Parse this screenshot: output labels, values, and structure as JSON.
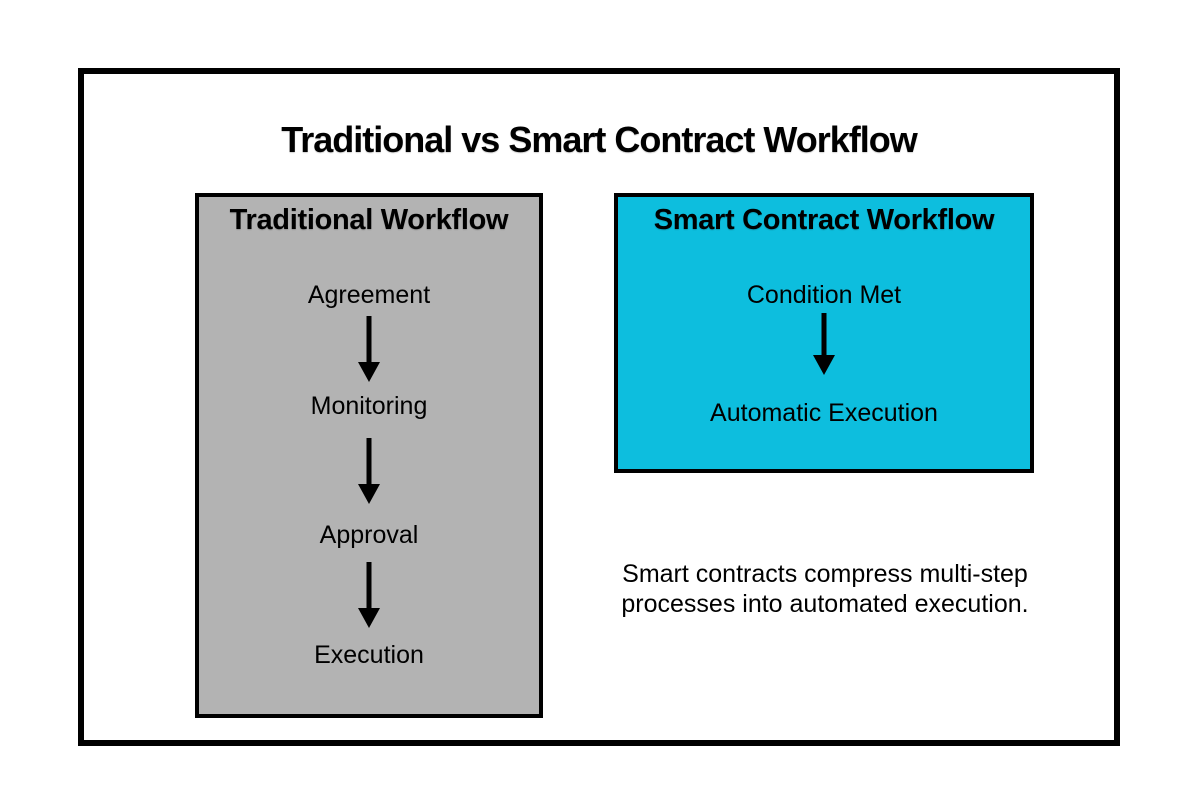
{
  "title": "Traditional vs Smart Contract Workflow",
  "colors": {
    "traditional_box_bg": "#b3b3b3",
    "smart_box_bg": "#0dbede",
    "outline": "#000000",
    "text": "#000000",
    "background": "#ffffff"
  },
  "traditional_box": {
    "heading": "Traditional Workflow",
    "steps": [
      "Agreement",
      "Monitoring",
      "Approval",
      "Execution"
    ]
  },
  "smart_box": {
    "heading": "Smart Contract Workflow",
    "steps": [
      "Condition Met",
      "Automatic Execution"
    ]
  },
  "caption": {
    "line1": "Smart contracts compress multi-step",
    "line2": "processes into automated execution."
  },
  "icons": {
    "down_arrow": "↓"
  }
}
